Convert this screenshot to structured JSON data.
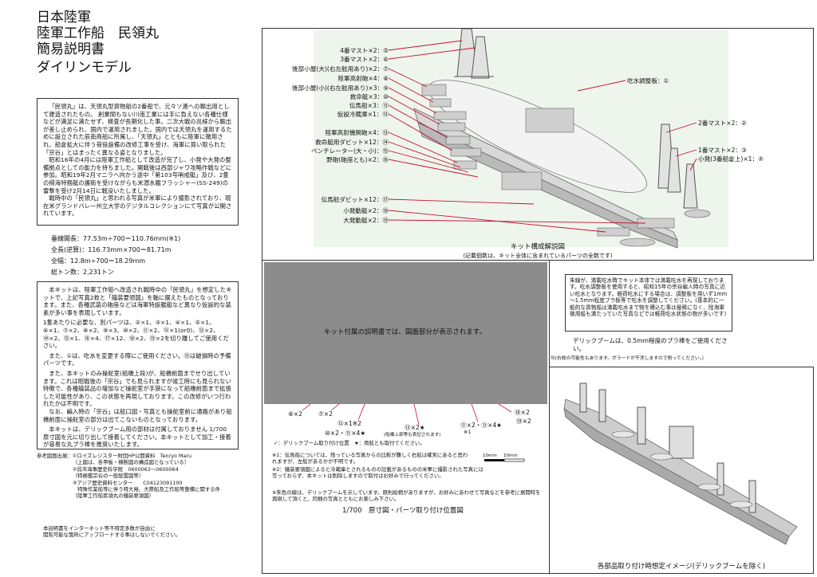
{
  "title": {
    "line1": "日本陸軍",
    "line2": "陸軍工作船　民領丸",
    "line3": "簡易説明書",
    "line4": "ダイリンモデル"
  },
  "history": {
    "p1": "「民領丸」は、天領丸型貨物船の2番船で、元々ソ連への輸出用として建造されたもの。 創業間もない川南工業には手に負えない各種仕様などが満足に満たせず、検査が長期化した事。二次大戦の兆候から輸出が差し止められ、国内で運用されました。国内では天領丸を運用するために設立された辰南商船に所属し、「天領丸」とともに陸軍に徴用され、船倉拡大に伴う荷役設備の改修工事を受け、海軍に買い取られた「宗谷」とはまったく異なる姿となりました。",
    "p2": "昭和16年の4月には陸軍工作船として改造が完了し、小発や大発の整備拠点としての能力を持ちました。開戦後は西部ジャワ攻略作戦などに参加。昭和19年2月マニラへ向かう途中「第103号哨戒艇」及び、2隻の掃海特務艇の護衛を受けながらも米潜水艦フラッシャー(SS-249)の雷撃を受け2月14日に戦没いたしました。",
    "p3": "戦時中の「民領丸」と思われる写真が米軍により撮影されており、現在米グランドバレー州立大学のデジタルコレクションにて写真が公開されています。"
  },
  "specs": {
    "length": "垂線間長：77.53m÷700＝110.76mm(※1)",
    "overall": "全長(逆算)：116.73mm×700＝81.71m",
    "beam": "全幅：12.8m÷700＝18.29mm",
    "tonnage": "総トン数：2,231トン"
  },
  "kit_notes": {
    "p1": "本キットは、陸軍工作船へ改造され戦時中の「民領丸」を想定したキットで、上記写真2枚と「艤装要領図」を軸に据えたものとなっております。また、各種武装の砲座などは海軍特設艦艇など異なり仮設的な装素が多い事を表現しています。",
    "p2": "1隻あたりに必要な、別パーツは、②×1、③×1、④×1、⑤×1、⑥×1、⑦×2、⑧×2、⑨×3、⑩×2、⑪×2、⑫×1(or0)、⑬×2、⑭×2、⑮×1、⑯×4、⑰×12、⑱×2、⑲×2を切り離してご使用ください。",
    "p3": "また、①は、吃水を変更する際にご使用ください。⑮は破損時の予備パーツです。",
    "p4": "また、本キットのみ操舵室(船橋上段)が、船橋前面までせり出しています。これは昭戦後の「宗谷」でも見られますが竣工時にも見られない特徴で、各種艤装品の増加など操舵室が手狭になって船橋前面まで拡張した可能性があり、この状態を再現しております。この改修がいつ行われたかは不明です。",
    "p5": "なお、編入時の「宗谷」は船口図・写真とも操舵室前に通路があり船橋前面に操舵室の部分は出てこないものとなっております。",
    "p6": "本キットは、デリックブーム用の部材は付属しておりません 1/700原寸図を元に切り出して接着してください。本キットとして加工・接着が容易な丸プラ棒を推奨いたします。"
  },
  "references": {
    "heading": "参考図面出展：",
    "r1": "①ロイズレジスター財団HP公開資料　Tenryo Maru",
    "r1b": "（上図は、各甲板・横断図の構造図となっている）",
    "r2": "②呉市海事歴史科学館　0600063～0600064",
    "r2b": "（特務艦宗谷の一般配置図等）",
    "r3": "③アジア歴史資料センター　　C04123091100",
    "r3b": "　特殊作業船等に伴う特大発、大際船及工作船等整備に関する件",
    "r3c": "（陸軍工作船民領丸の艤装要領図）"
  },
  "disclaimer": {
    "l1": "本説明書をインターネット等不特定多数が自由に",
    "l2": "閲覧可能な箇所にアップロードする事はしないでください。"
  },
  "parts_diagram": {
    "caption": "キット構成解説図",
    "subcaption": "(記載個数は、キット全体に含まれているパーツの全数です)",
    "callouts_left": [
      "4番マスト×2：⑤",
      "3番マスト×2：⑥",
      "後部小屋(大)(右左舷用あり)×2：⑦",
      "陸軍高射砲×4：⑧",
      "後部小屋(小)(右左舷用あり)×3：⑨",
      "救命艇×3：⑩",
      "伝馬船×3：⑪",
      "仮設冷蔵庫×1：⑫",
      "陸軍高射機関砲×4：⑬",
      "救命艇用ダビット×12：⑭",
      "ベンチレーター(大・小)：⑮",
      "野砲(砲座とも)×2：⑯",
      "伝馬船ダビット×12：⑰",
      "小発動艇×2：⑱",
      "大発動艇×2：⑲"
    ],
    "callouts_right": [
      "吃水調整板：①",
      "2番マスト×2：②",
      "1番マスト×2：③",
      "小発(3番船倉上)×1：④"
    ]
  },
  "placement": {
    "placeholder": "キット付属の説明書では、図面部分が表示されます。",
    "note_box": "朱線が、満載吃水時でキット本体では満載吃水を再現しております。吃水調整板を使用すると、昭和15年の宗谷編入時の写真に近い吃水となります。軽荷吃水にする場合は、調整板を用いず1mm～1.5mm程度プラ板等で吃水を調整してください。(基本的に一般的な貨物船は満載吃水まで物を積込む事は極稀になく、陸海軍徴用船も満たっていた写真などでは軽荷吃水状態の物が多いです)",
    "derrick_note": "デリックブームは、0.5mm程度のプラ棒をご使用ください。",
    "note_16": "⑯(右舷の可能性もあります。ボラードが干渉しますので削ってください。)",
    "row_labels": [
      "⑧×2",
      "⑦×2",
      "⑫×1※2",
      "⑩×2・⑪×4★",
      "⑬×2★",
      "(船橋上部等も表記されます)",
      "⑪×2・⑪×4★",
      "⑱×2",
      "⑲×2",
      "※1"
    ],
    "legend": "✓：デリックブーム取り付け位置　★：両舷とも取付てください。",
    "scale_a": "10mm",
    "scale_b": "10mm",
    "note1": "※1：伝馬船については、残っている写真からの比較が難しく右舷は確実にあると思われますが、左舷があるかが不明です。",
    "note2": "※2：艤装要領図によると冷蔵庫とされるものの記載があるものの米軍に撮影された写真には写っておらず、本キットは削除しますので取付はお好みで行ってください。",
    "note3": "※朱色の線は、デリックブームを示しています。原則絵柄がありますが、お好みにあわせて写真などを参考に展開時を再現して頂くと、同梱の写真とともにお楽しみ下さい。",
    "caption": "1/700　原寸図・パーツ取り付け位置図"
  },
  "image_panel": {
    "caption": "各部品取り付け時想定イメージ(デリックブームを除く)"
  }
}
